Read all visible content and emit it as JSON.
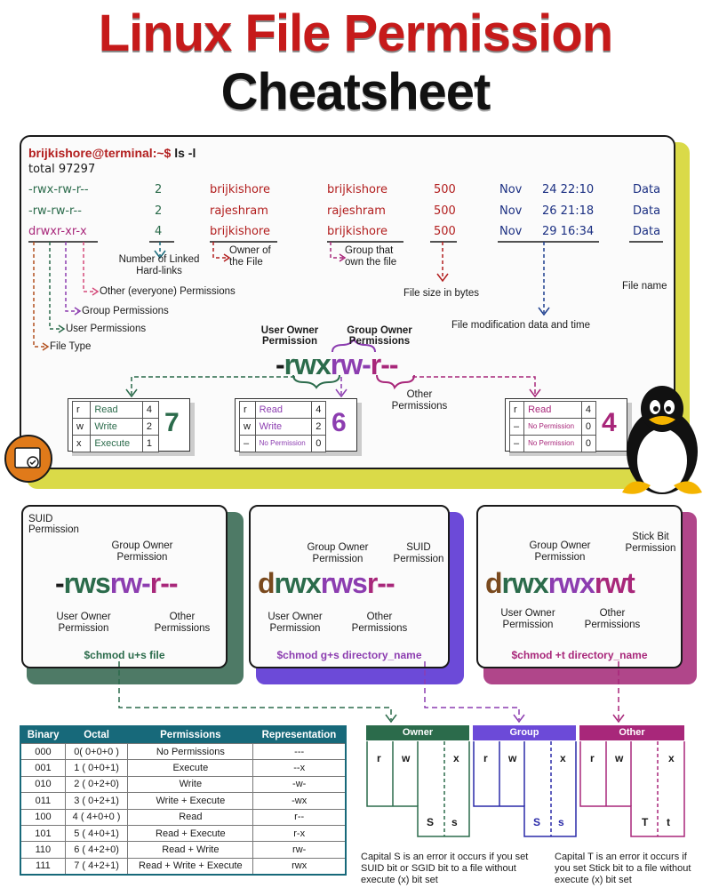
{
  "title": {
    "line1": "Linux File Permission",
    "line2": "Cheatsheet"
  },
  "terminal": {
    "prompt": "brijkishore@terminal:~$",
    "command": "ls -l",
    "total": "total 97297",
    "rows": [
      {
        "perm": "-rwx-rw-r--",
        "links": "2",
        "owner": "brijkishore",
        "group": "brijkishore",
        "size": "500",
        "month": "Nov",
        "datetime": "24 22:10",
        "name": "Data"
      },
      {
        "perm": "-rw-rw-r--",
        "links": "2",
        "owner": "rajeshram",
        "group": "rajeshram",
        "size": "500",
        "month": "Nov",
        "datetime": "26 21:18",
        "name": "Data"
      },
      {
        "perm": "drwxr-xr-x",
        "links": "4",
        "owner": "brijkishore",
        "group": "brijkishore",
        "size": "500",
        "month": "Nov",
        "datetime": "29 16:34",
        "name": "Data"
      }
    ],
    "annotations": {
      "links": "Number of Linked Hard-links",
      "owner": "Owner of the File",
      "group": "Group that own the file",
      "size": "File size in bytes",
      "name": "File name",
      "mtime": "File modification data and time",
      "other": "Other (everyone) Permissions",
      "group_perm": "Group Permissions",
      "user_perm": "User Permissions",
      "type": "File Type"
    },
    "breakdown": {
      "user_label": "User Owner Permission",
      "group_label": "Group Owner Permissions",
      "other_label": "Other Permissions",
      "dash": "-",
      "user": "rwx",
      "group": "rw-",
      "other": "r--"
    },
    "tables": [
      {
        "rows": [
          [
            "r",
            "Read",
            "4"
          ],
          [
            "w",
            "Write",
            "2"
          ],
          [
            "x",
            "Execute",
            "1"
          ]
        ],
        "total": "7"
      },
      {
        "rows": [
          [
            "r",
            "Read",
            "4"
          ],
          [
            "w",
            "Write",
            "2"
          ],
          [
            "–",
            "No Permission",
            "0"
          ]
        ],
        "total": "6"
      },
      {
        "rows": [
          [
            "r",
            "Read",
            "4"
          ],
          [
            "–",
            "No Permission",
            "0"
          ],
          [
            "–",
            "No Permission",
            "0"
          ]
        ],
        "total": "4"
      }
    ]
  },
  "special": [
    {
      "tag": "SUID Permission",
      "perm_prefix": "-",
      "user": "rws",
      "group": "rw-",
      "other": "r--",
      "group_label": "Group Owner Permission",
      "user_label": "User Owner Permission",
      "other_label": "Other Permissions",
      "command": "$chmod u+s file"
    },
    {
      "tag": "SUID Permission",
      "perm_prefix": "d",
      "user": "rwx",
      "group": "rws",
      "other": "r--",
      "group_label": "Group Owner Permission",
      "user_label": "User Owner Permission",
      "other_label": "Other Permissions",
      "command": "$chmod g+s directory_name"
    },
    {
      "tag": "Stick Bit Permission",
      "perm_prefix": "d",
      "user": "rwx",
      "group": "rwx",
      "other": "rwt",
      "group_label": "Group Owner Permission",
      "user_label": "User Owner Permission",
      "other_label": "Other Permissions",
      "command": "$chmod +t directory_name"
    }
  ],
  "octal_table": {
    "headers": [
      "Binary",
      "Octal",
      "Permissions",
      "Representation"
    ],
    "rows": [
      [
        "000",
        "0( 0+0+0 )",
        "No Permissions",
        "---"
      ],
      [
        "001",
        "1 ( 0+0+1)",
        "Execute",
        "--x"
      ],
      [
        "010",
        "2 ( 0+2+0)",
        "Write",
        "-w-"
      ],
      [
        "011",
        "3 ( 0+2+1)",
        "Write + Execute",
        "-wx"
      ],
      [
        "100",
        "4 ( 4+0+0 )",
        "Read",
        "r--"
      ],
      [
        "101",
        "5 ( 4+0+1)",
        "Read + Execute",
        "r-x"
      ],
      [
        "110",
        "6 ( 4+2+0)",
        "Read + Write",
        "rw-"
      ],
      [
        "111",
        "7 ( 4+2+1)",
        "Read + Write + Execute",
        "rwx"
      ]
    ]
  },
  "special_bits": {
    "owner": {
      "title": "Owner",
      "cells": [
        "r",
        "w",
        "x"
      ],
      "alt": [
        "S",
        "s"
      ]
    },
    "group": {
      "title": "Group",
      "cells": [
        "r",
        "w",
        "x"
      ],
      "alt": [
        "S",
        "s"
      ]
    },
    "other": {
      "title": "Other",
      "cells": [
        "r",
        "w",
        "x"
      ],
      "alt": [
        "T",
        "t"
      ]
    },
    "note_s": "Capital S is an error it occurs if you set SUID bit or SGID bit to a file without execute (x) bit set",
    "note_t": "Capital T is an error it occurs if you set Stick bit to a file without execute (x) bit set"
  },
  "colors": {
    "title_red": "#c61a1a",
    "user": "#2b6b4b",
    "group": "#8c3db0",
    "other": "#a8277a",
    "teal": "#17697a",
    "term_shadow": "#dada48"
  }
}
